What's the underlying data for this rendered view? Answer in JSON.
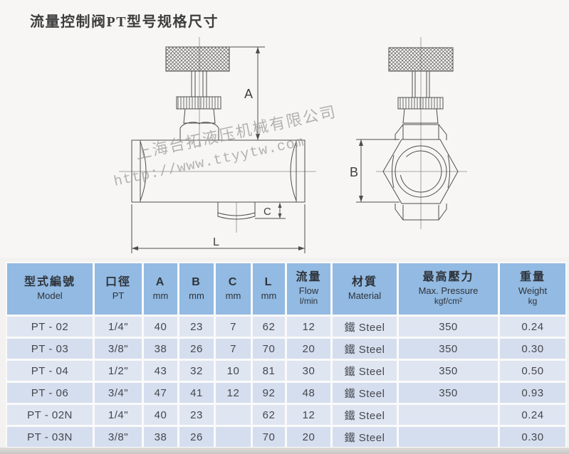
{
  "title": "流量控制阀PT型号规格尺寸",
  "watermark": {
    "company": "上海台拓液压机械有限公司",
    "url": "http://www.ttyytw.com"
  },
  "diagram": {
    "dim_a": "A",
    "dim_b": "B",
    "dim_c": "C",
    "dim_l": "L"
  },
  "table": {
    "columns": [
      {
        "key": "model",
        "zh": "型式編號",
        "en": "Model"
      },
      {
        "key": "pt",
        "zh": "口徑",
        "en": "PT"
      },
      {
        "key": "a",
        "zh": "A",
        "en": "mm"
      },
      {
        "key": "b",
        "zh": "B",
        "en": "mm"
      },
      {
        "key": "c",
        "zh": "C",
        "en": "mm"
      },
      {
        "key": "l",
        "zh": "L",
        "en": "mm"
      },
      {
        "key": "flow",
        "zh": "流量",
        "en": "Flow",
        "sub": "l/min"
      },
      {
        "key": "material",
        "zh": "材質",
        "en": "Material"
      },
      {
        "key": "pressure",
        "zh": "最高壓力",
        "en": "Max. Pressure",
        "sub": "kgf/cm²"
      },
      {
        "key": "weight",
        "zh": "重量",
        "en": "Weight",
        "sub": "kg"
      }
    ],
    "rows": [
      {
        "model": "PT - 02",
        "pt": "1/4\"",
        "a": "40",
        "b": "23",
        "c": "7",
        "l": "62",
        "flow": "12",
        "material": "鐵  Steel",
        "pressure": "350",
        "weight": "0.24"
      },
      {
        "model": "PT - 03",
        "pt": "3/8\"",
        "a": "38",
        "b": "26",
        "c": "7",
        "l": "70",
        "flow": "20",
        "material": "鐵  Steel",
        "pressure": "350",
        "weight": "0.30"
      },
      {
        "model": "PT - 04",
        "pt": "1/2\"",
        "a": "43",
        "b": "32",
        "c": "10",
        "l": "81",
        "flow": "30",
        "material": "鐵  Steel",
        "pressure": "350",
        "weight": "0.50"
      },
      {
        "model": "PT - 06",
        "pt": "3/4\"",
        "a": "47",
        "b": "41",
        "c": "12",
        "l": "92",
        "flow": "48",
        "material": "鐵  Steel",
        "pressure": "350",
        "weight": "0.93"
      },
      {
        "model": "PT - 02N",
        "pt": "1/4\"",
        "a": "40",
        "b": "23",
        "c": "",
        "l": "62",
        "flow": "12",
        "material": "鐵  Steel",
        "pressure": "",
        "weight": "0.24"
      },
      {
        "model": "PT - 03N",
        "pt": "3/8\"",
        "a": "38",
        "b": "26",
        "c": "",
        "l": "70",
        "flow": "20",
        "material": "鐵  Steel",
        "pressure": "",
        "weight": "0.30"
      }
    ]
  },
  "colors": {
    "header_blue": "#92bae2",
    "row_light": "#dfe5f1",
    "row_dark": "#d5deee",
    "line": "#4d4d4d",
    "centerline": "#8d8d88"
  }
}
